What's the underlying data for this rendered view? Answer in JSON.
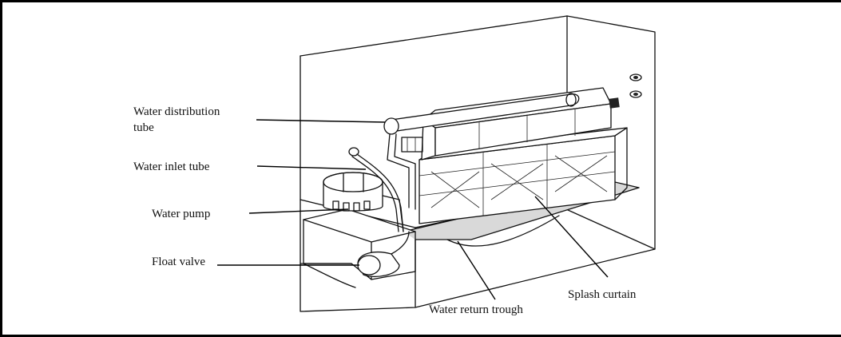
{
  "labels": {
    "water_distribution_tube": "Water distribution\ntube",
    "water_inlet_tube": "Water inlet tube",
    "water_pump": "Water pump",
    "float_valve": "Float valve",
    "splash_curtain": "Splash curtain",
    "water_return_trough": "Water return trough"
  },
  "colors": {
    "ink": "#111111",
    "background": "#ffffff",
    "rule": "#000000"
  }
}
